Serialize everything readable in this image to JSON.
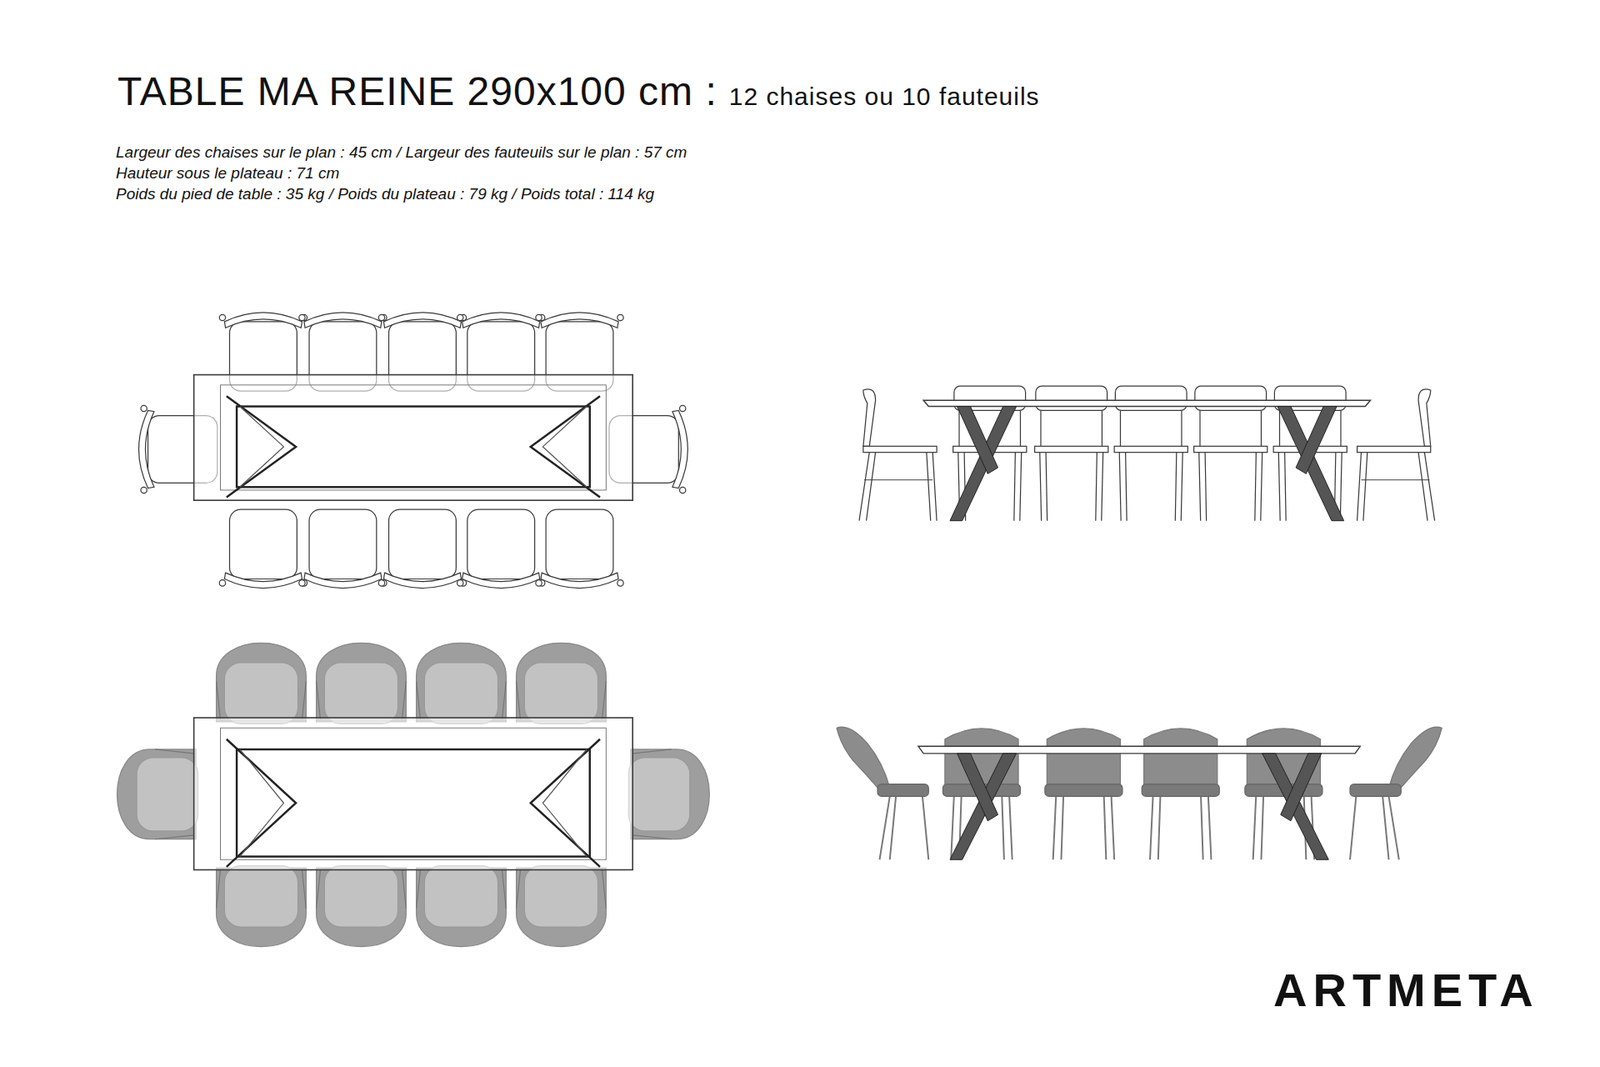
{
  "diagram": {
    "title": "TABLE MA REINE 290x100 cm :",
    "labels": [
      "12 chaises ou 10 fauteuils",
      "Largeur des chaises sur le plan : 45 cm / Largeur des fauteuils sur le plan : 57 cm",
      "Hauteur sous le plateau : 71 cm",
      "Poids du pied de table : 35 kg / Poids du plateau : 79 kg / Poids total : 114 kg",
      "ARTMETA"
    ]
  }
}
